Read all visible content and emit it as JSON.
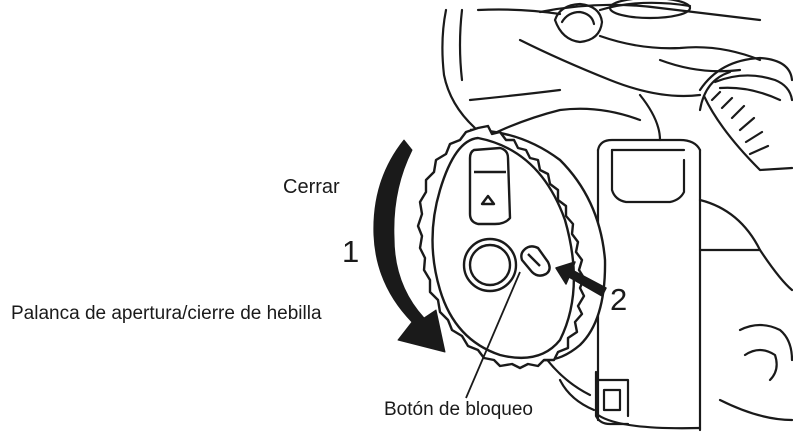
{
  "labels": {
    "close": "Cerrar",
    "lever": "Palanca de apertura/cierre de hebilla",
    "lock_button": "Botón de bloqueo"
  },
  "steps": {
    "step1": "1",
    "step2": "2"
  },
  "colors": {
    "ink": "#1a1a1a",
    "background": "#ffffff"
  }
}
